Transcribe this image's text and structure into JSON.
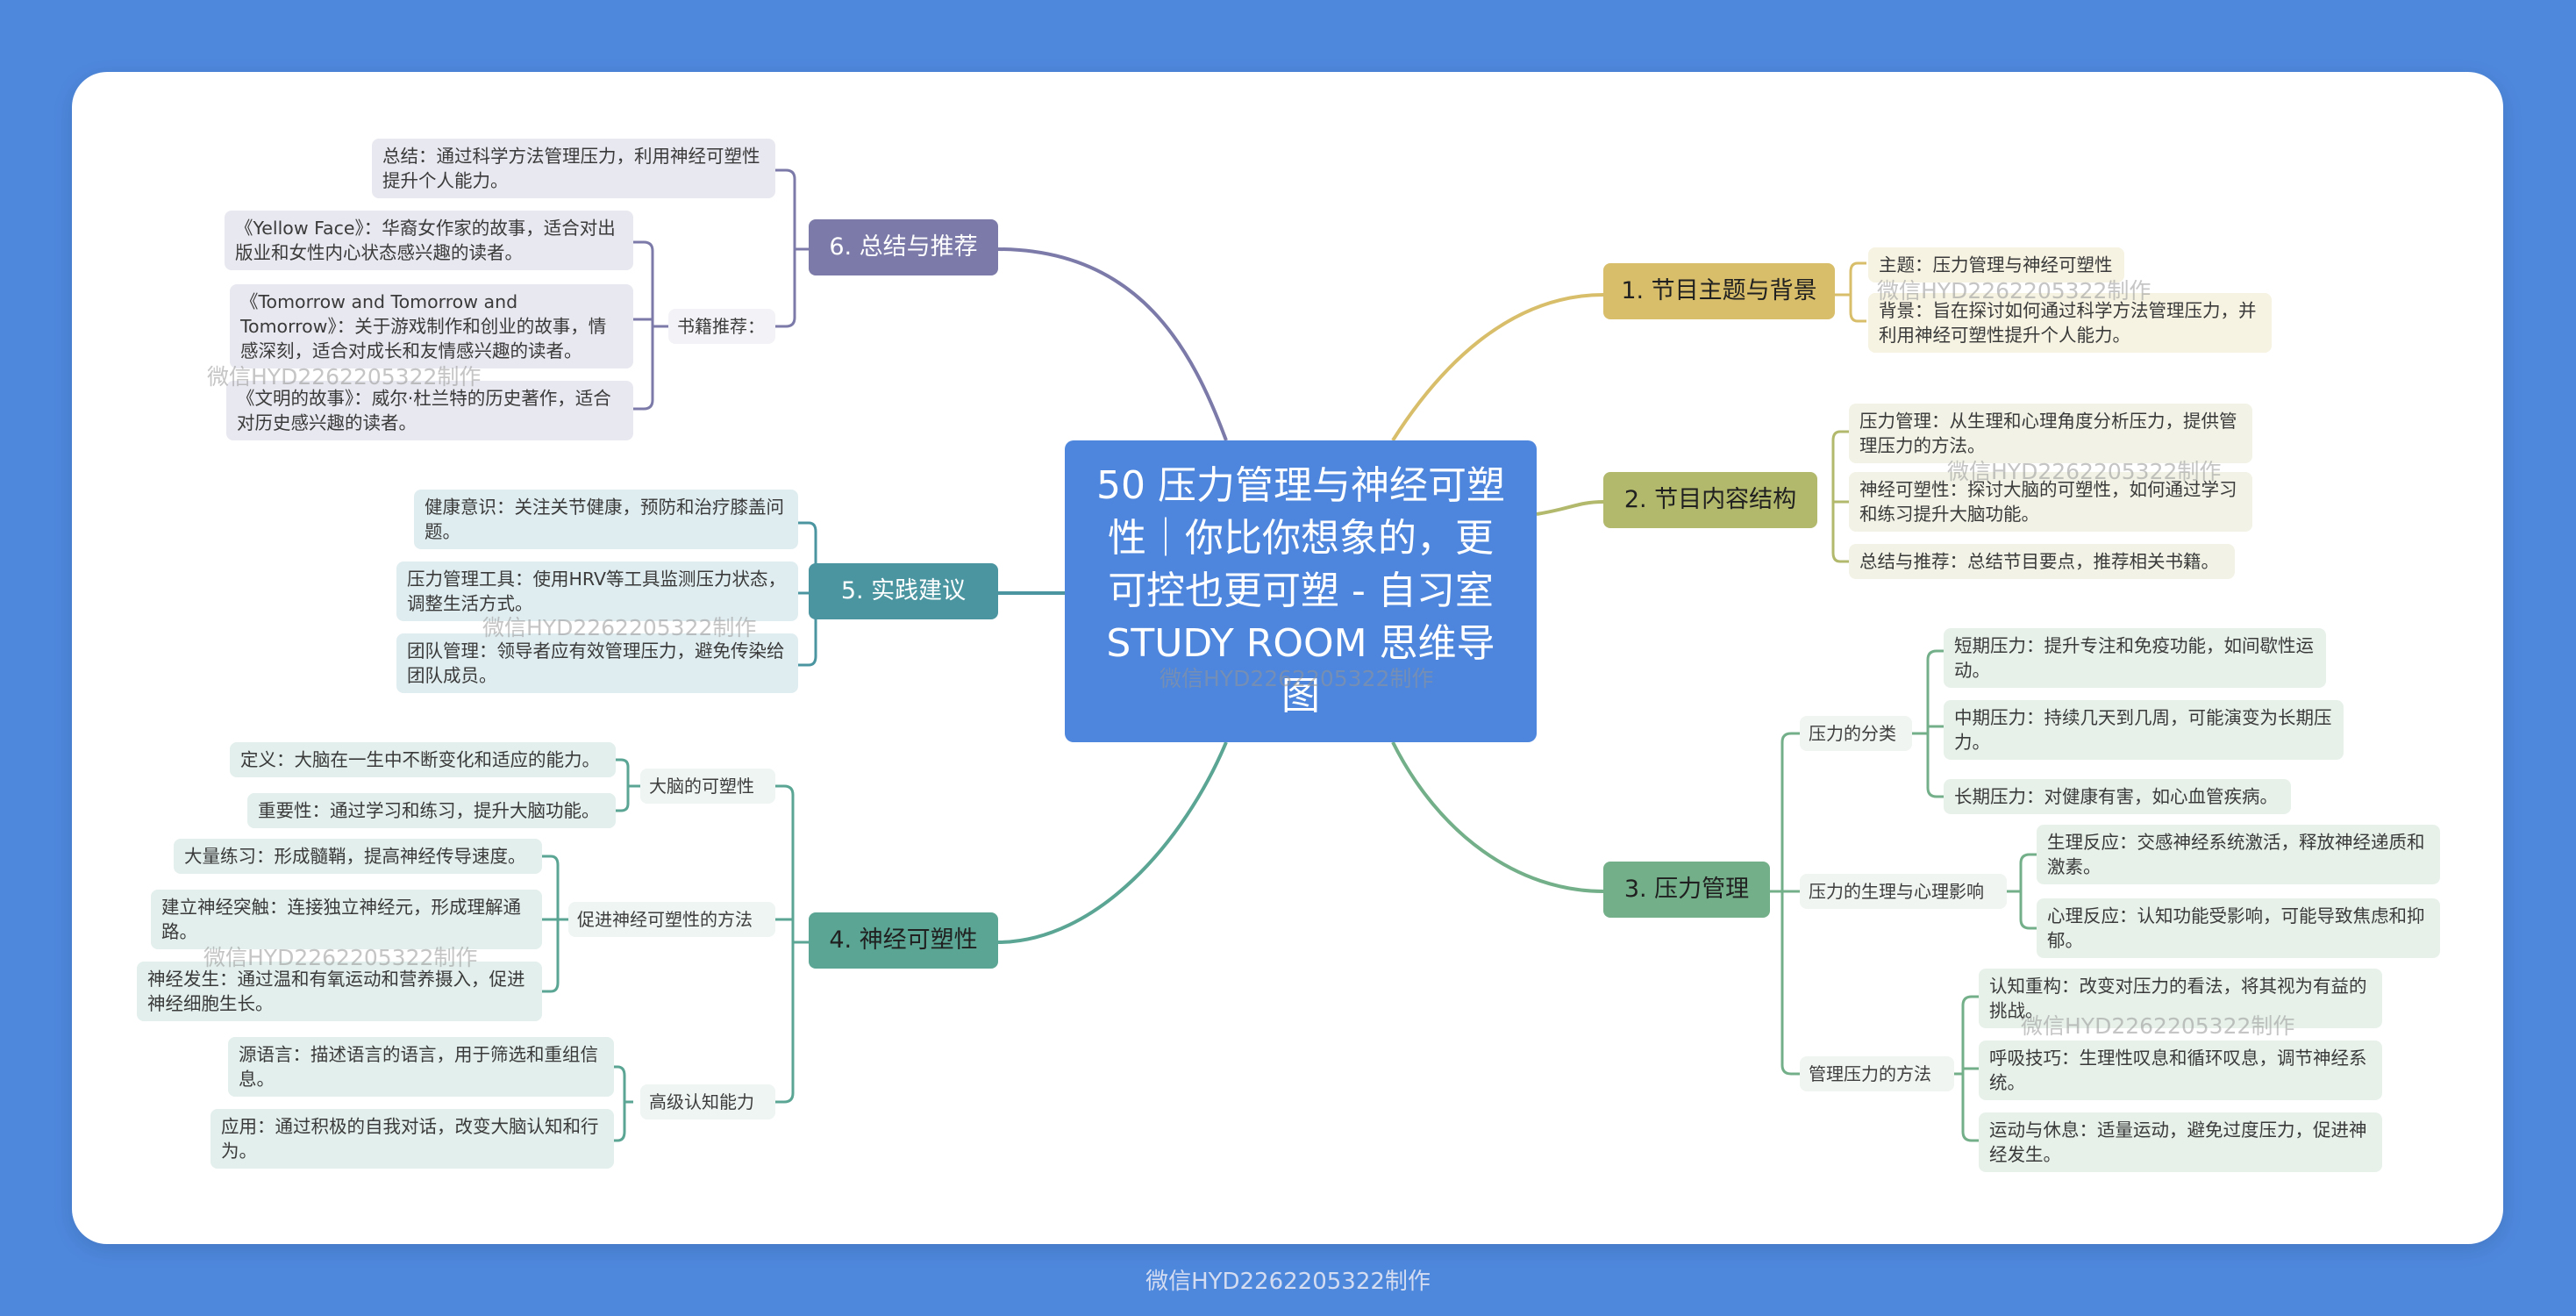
{
  "center": {
    "title": "50 压力管理与神经可塑性｜你比你想象的，更可控也更可塑 - 自习室 STUDY ROOM 思维导图"
  },
  "branches": {
    "b1": {
      "label": "1. 节目主题与背景",
      "color": "#d8be6a",
      "items": [
        "主题：压力管理与神经可塑性",
        "背景：旨在探讨如何通过科学方法管理压力，并利用神经可塑性提升个人能力。"
      ]
    },
    "b2": {
      "label": "2. 节目内容结构",
      "color": "#b2b86c",
      "items": [
        "压力管理：从生理和心理角度分析压力，提供管理压力的方法。",
        "神经可塑性：探讨大脑的可塑性，如何通过学习和练习提升大脑功能。",
        "总结与推荐：总结节目要点，推荐相关书籍。"
      ]
    },
    "b3": {
      "label": "3. 压力管理",
      "color": "#73af89",
      "groups": [
        {
          "label": "压力的分类",
          "items": [
            "短期压力：提升专注和免疫功能，如间歇性运动。",
            "中期压力：持续几天到几周，可能演变为长期压力。",
            "长期压力：对健康有害，如心血管疾病。"
          ]
        },
        {
          "label": "压力的生理与心理影响",
          "items": [
            "生理反应：交感神经系统激活，释放神经递质和激素。",
            "心理反应：认知功能受影响，可能导致焦虑和抑郁。"
          ]
        },
        {
          "label": "管理压力的方法",
          "items": [
            "认知重构：改变对压力的看法，将其视为有益的挑战。",
            "呼吸技巧：生理性叹息和循环叹息，调节神经系统。",
            "运动与休息：适量运动，避免过度压力，促进神经发生。"
          ]
        }
      ]
    },
    "b4": {
      "label": "4. 神经可塑性",
      "color": "#5aa593",
      "groups": [
        {
          "label": "大脑的可塑性",
          "items": [
            "定义：大脑在一生中不断变化和适应的能力。",
            "重要性：通过学习和练习，提升大脑功能。"
          ]
        },
        {
          "label": "促进神经可塑性的方法",
          "items": [
            "大量练习：形成髓鞘，提高神经传导速度。",
            "建立神经突触：连接独立神经元，形成理解通路。",
            "神经发生：通过温和有氧运动和营养摄入，促进神经细胞生长。"
          ]
        },
        {
          "label": "高级认知能力",
          "items": [
            "源语言：描述语言的语言，用于筛选和重组信息。",
            "应用：通过积极的自我对话，改变大脑认知和行为。"
          ]
        }
      ]
    },
    "b5": {
      "label": "5. 实践建议",
      "color": "#4b95a0",
      "items": [
        "健康意识：关注关节健康，预防和治疗膝盖问题。",
        "压力管理工具：使用HRV等工具监测压力状态，调整生活方式。",
        "团队管理：领导者应有效管理压力，避免传染给团队成员。"
      ]
    },
    "b6": {
      "label": "6. 总结与推荐",
      "color": "#7b7aa8",
      "summary": "总结：通过科学方法管理压力，利用神经可塑性提升个人能力。",
      "books_label": "书籍推荐：",
      "books": [
        "《Yellow Face》：华裔女作家的故事，适合对出版业和女性内心状态感兴趣的读者。",
        "《Tomorrow and Tomorrow and Tomorrow》：关于游戏制作和创业的故事，情感深刻，适合对成长和友情感兴趣的读者。",
        "《文明的故事》：威尔·杜兰特的历史著作，适合对历史感兴趣的读者。"
      ]
    }
  },
  "watermark": "微信HYD2262205322制作"
}
